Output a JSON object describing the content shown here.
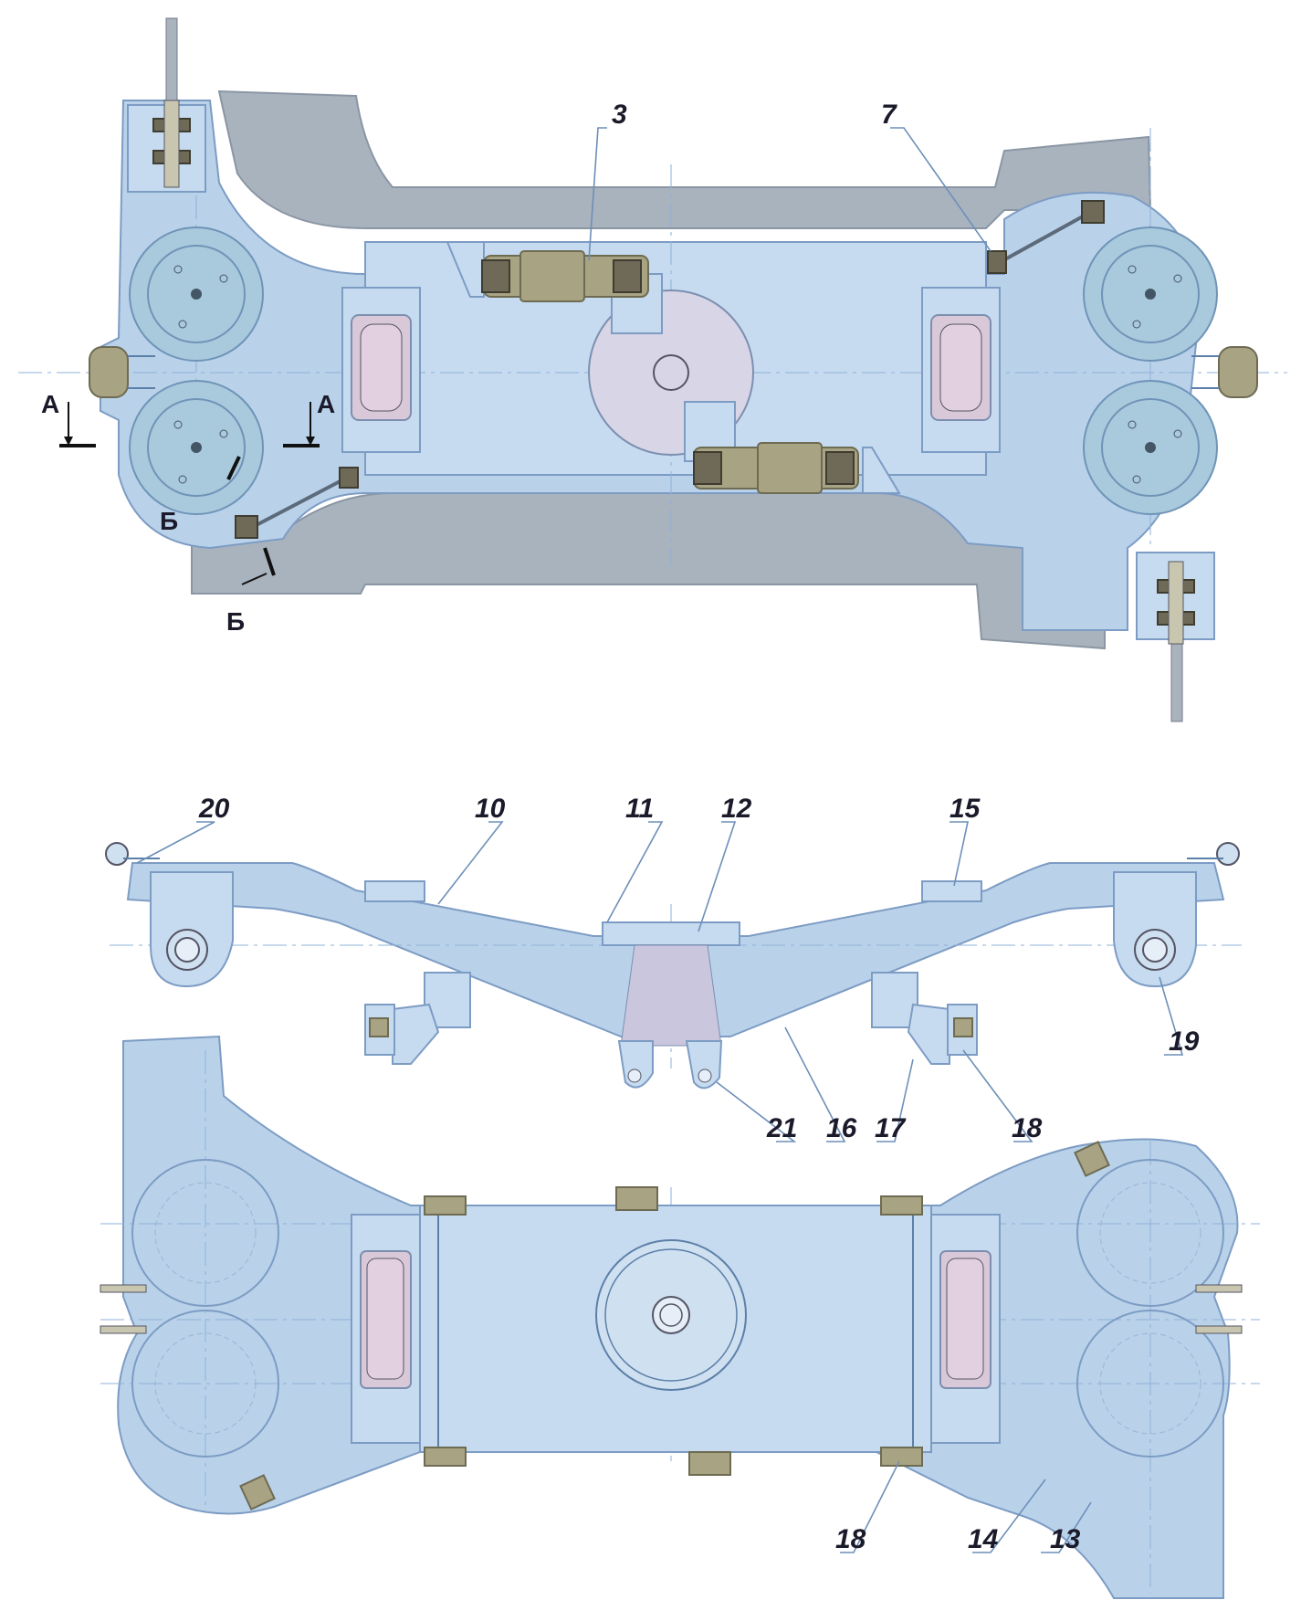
{
  "figure": {
    "plan_view": {
      "labels": {
        "damper": "3",
        "link": "7"
      },
      "sections": {
        "a_left": "А",
        "a_right": "А",
        "b_upper": "Б",
        "b_lower": "Б"
      }
    },
    "side_view": {
      "labels": {
        "l20": "20",
        "l10": "10",
        "l11": "11",
        "l12": "12",
        "l15": "15",
        "l19": "19",
        "l21": "21",
        "l16": "16",
        "l17": "17",
        "l18": "18"
      }
    },
    "bottom_view": {
      "labels": {
        "l18": "18",
        "l14": "14",
        "l13": "13"
      }
    }
  },
  "colors": {
    "frame_fill": "#b9d2ea",
    "rail_fill": "#a9b3be",
    "outline": "#7d9cc4",
    "damper": "#a8a383",
    "pad": "#d8c8d8"
  }
}
